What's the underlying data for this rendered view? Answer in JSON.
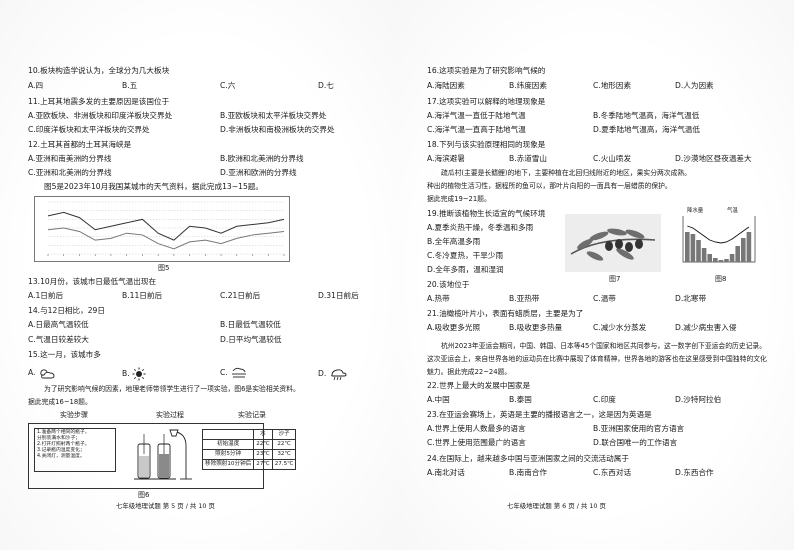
{
  "left_page": {
    "q10": {
      "stem": "10.板块构造学说认为，全球分为几大板块",
      "options": [
        "A.四",
        "B.五",
        "C.六",
        "D.七"
      ]
    },
    "q11": {
      "stem": "11.上耳其地震多发的主要原因是该国位于",
      "options": [
        "A.亚欧板块、非洲板块和印度洋板块交界处",
        "B.亚欧板块和太平洋板块交界处",
        "C.印度洋板块和太平洋板块的交界处",
        "D.非洲板块和南极洲板块的交界处"
      ]
    },
    "q12": {
      "stem": "12.土耳其首都的土耳其海峡是",
      "options": [
        "A.亚洲和南美洲的分界线",
        "B.欧洲和北美洲的分界线",
        "C.亚洲和北美洲的分界线",
        "D.亚洲和欧洲的分界线"
      ]
    },
    "fig5_intro": "图5是2023年10月我国某城市的天气资料，据此完成13~15题。",
    "fig5_label": "图5",
    "q13": {
      "stem": "13.10月份，该城市日最低气温出现在",
      "options": [
        "A.1日前后",
        "B.11日前后",
        "C.21日前后",
        "D.31日前后"
      ]
    },
    "q14": {
      "stem": "14.与12日相比，29日",
      "options": [
        "A.日最高气温较低",
        "B.日最低气温较低",
        "C.气温日较差较大",
        "D.日平均气温较低"
      ]
    },
    "q15": {
      "stem": "15.这一月，该城市多",
      "options": [
        "A.",
        "B.",
        "C.",
        "D."
      ]
    },
    "experiment_intro": "为了研究影响气候的因素，地理老师带领学生进行了一项实验，图6是实验相关资料。",
    "experiment_intro2": "据此完成16~18题。",
    "exp_headers": {
      "steps": "实验步骤",
      "process": "实验过程",
      "record": "实验记录"
    },
    "exp_steps": [
      "1.准备两个相同的瓶子，",
      "分别装满水和沙子；",
      "2.打开灯照射两个瓶子，",
      "3.记录瓶内温度变化；",
      "4.关闭灯，测量温度。"
    ],
    "exp_table": {
      "cols": [
        "",
        "水",
        "沙子"
      ],
      "rows": [
        [
          "初始温度",
          "22℃",
          "22℃"
        ],
        [
          "照射5分钟",
          "23℃",
          "32℃"
        ],
        [
          "移除照射10分钟后",
          "27℃",
          "27.5℃"
        ]
      ]
    },
    "fig6_label": "图6",
    "footer": "七年级地理试题    第 5 页 / 共 10 页"
  },
  "right_page": {
    "q16": {
      "stem": "16.这项实验是为了研究影响气候的",
      "options": [
        "A.海陆因素",
        "B.纬度因素",
        "C.地形因素",
        "D.人为因素"
      ]
    },
    "q17": {
      "stem": "17.这项实验可以解释的地理现象是",
      "options": [
        "A.海洋气温一直低于陆地气温",
        "B.冬季陆地气温高，海洋气温低",
        "C.海洋气温一直高于陆地气温",
        "D.夏季陆地气温高，海洋气温低"
      ]
    },
    "q18": {
      "stem": "18.下列与该实验原理相同的现象是",
      "options": [
        "A.海滨避暑",
        "B.赤道雪山",
        "C.火山喷发",
        "D.沙漠地区昼夜温差大"
      ]
    },
    "fig78_intro": "疏瓜村(主要是长鳍鲤)的地下，主要种植在北回归线附近的地区，果实分两次成熟。",
    "fig78_intro2": "种出的植物生活习性，据程所的鱼可以，那叶片向阳的一面具有一层蜡质的保护。",
    "fig78_intro3": "据此完成19~21题。",
    "q19": {
      "stem": "19.推断该植物生长适宜的气候环境",
      "options": [
        "A.夏季炎热干燥，冬季温和多雨",
        "B.全年高温多雨",
        "C.冬冷夏热，干旱少雨",
        "D.全年多雨，温和湿润"
      ]
    },
    "fig7_label": "图7",
    "fig8_label": "图8",
    "fig8_legend": [
      "降水量",
      "气温"
    ],
    "q20": {
      "stem": "20.该地位于",
      "options": [
        "A.热带",
        "B.亚热带",
        "C.温带",
        "D.北寒带"
      ]
    },
    "q21": {
      "stem": "21.油橄榄叶片小，表面有蜡质层，主要是为了",
      "options": [
        "A.吸收更多光照",
        "B.吸收更多热量",
        "C.减少水分蒸发",
        "D.减少病虫害入侵"
      ]
    },
    "passage": "杭州2023年亚运会期间，中国、韩国、日本等45个国家和地区共同参与，这一数字创下亚运会的历史记录。这次亚运会上，来自世界各地的运动员在比赛中展现了体育精神，世界各地的游客也在这里感受到中国独特的文化魅力。据此完成22~24题。",
    "q22": {
      "stem": "22.世界上最大的发展中国家是",
      "options": [
        "A.中国",
        "B.泰国",
        "C.印度",
        "D.沙特阿拉伯"
      ]
    },
    "q23": {
      "stem": "23.在亚运会赛场上，英语是主要的播报语言之一，这是因为英语是",
      "options": [
        "A.世界上使用人数最多的语言",
        "B.亚洲国家使用的官方语言",
        "C.世界上使用范围最广的语言",
        "D.联合国唯一的工作语言"
      ]
    },
    "q24": {
      "stem": "24.在国际上，越来越多中国与亚洲国家之间的交流活动属于",
      "options": [
        "A.南北对话",
        "B.南南合作",
        "C.东西对话",
        "D.东西合作"
      ]
    },
    "footer": "七年级地理试题    第 6 页 / 共 10 页"
  },
  "colors": {
    "ink": "#1a1a1a",
    "paper": "#ffffff",
    "figure_gray": "#9a9a9a"
  },
  "chart_data": {
    "type": "line",
    "title": "",
    "xlabel": "",
    "ylabel": "",
    "x": [
      1,
      3,
      5,
      7,
      9,
      11,
      13,
      15,
      17,
      19,
      21,
      23,
      25,
      27,
      29,
      31
    ],
    "series": [
      {
        "values": [
          22,
          24,
          21,
          14,
          16,
          18,
          20,
          12,
          8,
          16,
          15,
          12,
          16,
          17,
          18,
          20
        ]
      },
      {
        "values": [
          14,
          15,
          13,
          8,
          9,
          12,
          11,
          6,
          3,
          7,
          8,
          6,
          9,
          11,
          12,
          13
        ]
      }
    ],
    "ylim": [
      0,
      30
    ]
  }
}
